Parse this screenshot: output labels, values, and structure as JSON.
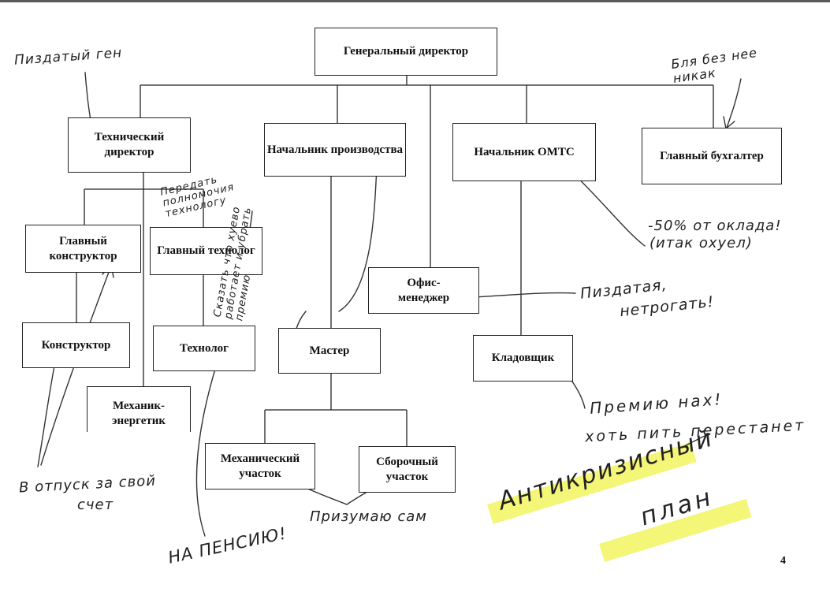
{
  "org_chart": {
    "ceo": "Генеральный директор",
    "tech_director": "Технический директор",
    "production_head": "Начальник производства",
    "omts_head": "Начальник ОМТС",
    "chief_accountant": "Главный бухгалтер",
    "chief_designer": "Главный конструктор",
    "chief_technologist": "Главный технолог",
    "designer": "Конструктор",
    "technologist": "Технолог",
    "mechanic_engineer": "Механик-энергетик",
    "office_manager": "Офис-менеджер",
    "storekeeper": "Кладовщик",
    "master": "Мастер",
    "mechanical_section": "Механический участок",
    "assembly_section": "Сборочный участок"
  },
  "annotations": {
    "ceo_note": "Пиздатый ген",
    "accountant_note": "Бля без нее никак",
    "technologist_note": "Передать полномочия технологу",
    "production_note": "Сказать что хуево работает и убрать премию",
    "omts_note_1": "-50% от оклада!",
    "omts_note_2": "(итак охуел)",
    "office_note_1": "Пиздатая,",
    "office_note_2": "нетрогать!",
    "store_note_1": "Премию нах!",
    "store_note_2": "хоть пить перестанет",
    "designer_note_1": "В отпуск за свой",
    "designer_note_2": "счет",
    "tech_pension": "НА ПЕНСИЮ!",
    "sections_note": "Призумаю сам",
    "title_1": "Антикризисный",
    "title_2": "план"
  },
  "page_number": "4",
  "colors": {
    "highlight": "#f2f560",
    "ink": "#222222"
  }
}
